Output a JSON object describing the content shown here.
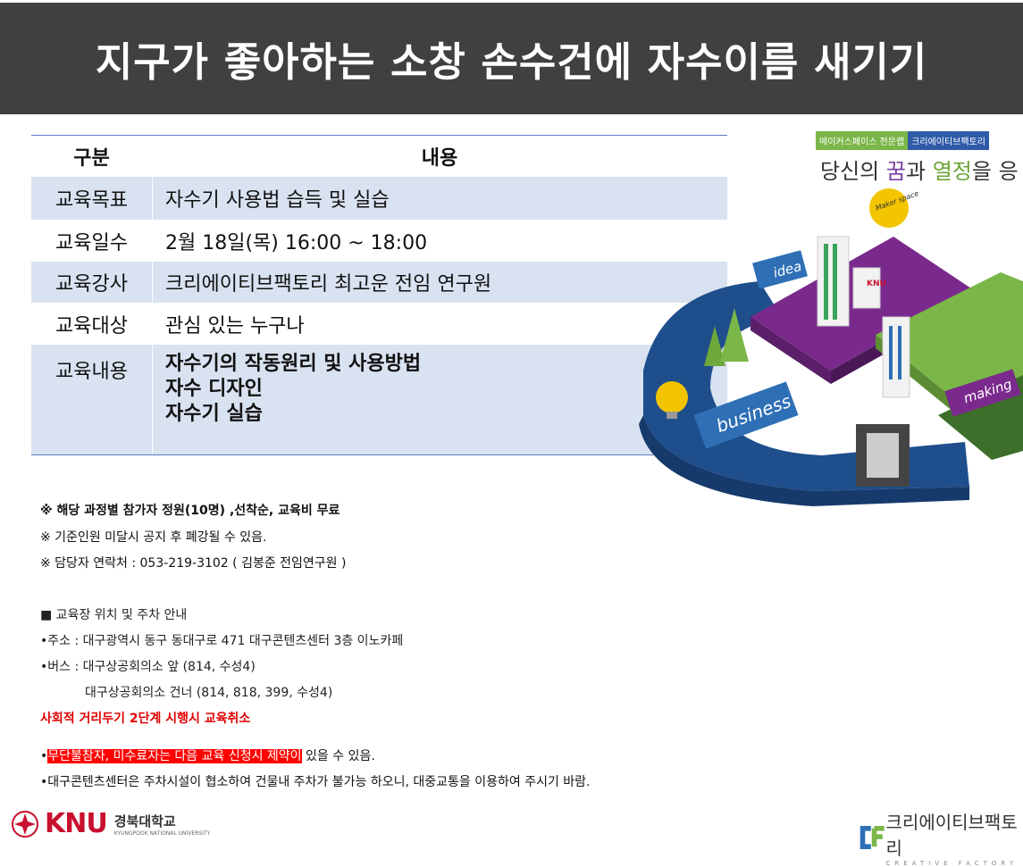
{
  "header": {
    "title": "지구가 좋아하는 소창 손수건에 자수이름 새기기"
  },
  "table": {
    "head": {
      "k": "구분",
      "v": "내용"
    },
    "rows": [
      {
        "k": "교육목표",
        "v": "자수기 사용법 습득 및 실습"
      },
      {
        "k": "교육일수",
        "v": "2월 18일(목) 16:00 ~ 18:00"
      },
      {
        "k": "교육강사",
        "v": "크리에이티브팩토리 최고운 전임 연구원"
      },
      {
        "k": "교육대상",
        "v": "관심 있는 누구나"
      },
      {
        "k": "교육내용",
        "lines": [
          "자수기의 작동원리 및 사용방법",
          "자수 디자인",
          "자수기 실습"
        ]
      }
    ]
  },
  "illustration": {
    "tag_green": "메이커스페이스 전문랩",
    "tag_blue": "크리에이티브팩토리",
    "slogan_1": "당신의 ",
    "slogan_2": "꿈",
    "slogan_3": "과 ",
    "slogan_4": "열정",
    "slogan_5": "을 응",
    "labels": {
      "idea": "idea",
      "maker": "Maker space",
      "knu": "KNU",
      "business": "business",
      "making": "making"
    }
  },
  "notes": [
    "※ 해당 과정별 참가자 정원(10명) ,선착순, 교육비 무료",
    "※ 기준인원 미달시 공지 후 폐강될 수 있음.",
    "※ 담당자 연락처 : 053-219-3102 ( 김봉준 전임연구원 )"
  ],
  "location": {
    "title": "■ 교육장 위치 및 주차 안내",
    "address": "•주소 : 대구광역시 동구 동대구로 471 대구콘텐츠센터 3층 이노카페",
    "bus1": "•버스 : 대구상공회의소 앞 (814, 수성4)",
    "bus2": "대구상공회의소 건너 (814, 818, 399, 수성4)",
    "warning": "사회적 거리두기 2단계 시행시 교육취소"
  },
  "footer": {
    "bullet": "•",
    "highlight": "무단불참자, 미수료자는 다음 교육 신청시 제약이",
    "rest": " 있을 수 있음.",
    "parking": "•대구콘텐츠센터은 주차시설이 협소하여 건물내 주차가 불가능 하오니, 대중교통을 이용하여 주시기 바람."
  },
  "logos": {
    "knu_mark": "KNU",
    "knu_ko": "경북대학교",
    "knu_en": "KYUNGPOOK NATIONAL UNIVERSITY",
    "cf_ko": "크리에이티브팩토리",
    "cf_en": "CREATIVE FACTORY"
  },
  "colors": {
    "header_bg": "#404040",
    "row_shade": "#d9e2f1",
    "warning": "#e00000",
    "knu_red": "#c8102e"
  }
}
